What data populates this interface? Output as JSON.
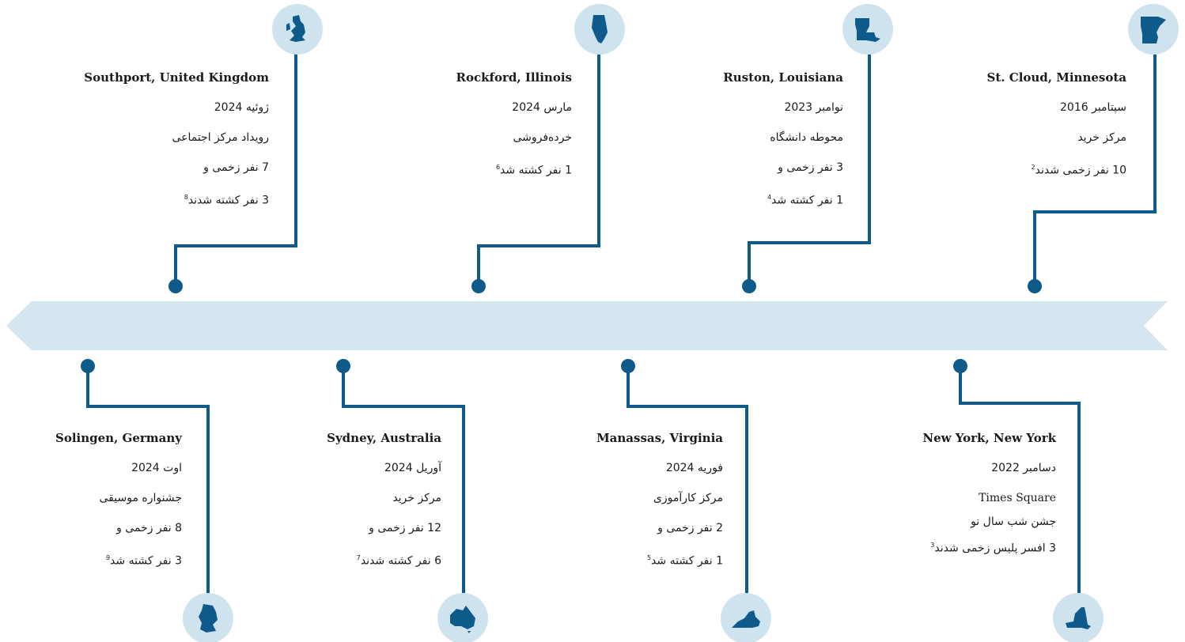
{
  "colors": {
    "accent": "#0e5a8a",
    "arrow": "#d5e6f1",
    "circle": "#cfe3ef"
  },
  "top": [
    {
      "location": "Southport, United Kingdom",
      "date": "ژوئیه 2024",
      "venue": "رویداد مرکز اجتماعی",
      "line1": "7 نفر زخمی و",
      "line2": "3 نفر کشته شدند",
      "ref": "8",
      "icon": "united-kingdom-map-icon"
    },
    {
      "location": "Rockford, Illinois",
      "date": "مارس 2024",
      "venue": "خرده‌فروشی",
      "line1": "1 نفر کشته شد",
      "ref": "6",
      "icon": "illinois-map-icon"
    },
    {
      "location": "Ruston, Louisiana",
      "date": "نوامبر 2023",
      "venue": "محوطه دانشگاه",
      "line1": "3 نفر زخمی و",
      "line2": "1 نفر کشته شد",
      "ref": "4",
      "icon": "louisiana-map-icon"
    },
    {
      "location": "St. Cloud, Minnesota",
      "date": "سپتامبر 2016",
      "venue": "مرکز خرید",
      "line1": "10 نفر زخمی شدند",
      "ref": "2",
      "icon": "minnesota-map-icon"
    }
  ],
  "bottom": [
    {
      "location": "Solingen, Germany",
      "date": "اوت 2024",
      "venue": "جشنواره موسیقی",
      "line1": "8 نفر زخمی و",
      "line2": "3 نفر کشته شد",
      "ref": "9",
      "icon": "germany-map-icon"
    },
    {
      "location": "Sydney, Australia",
      "date": "آوریل 2024",
      "venue": "مرکز خرید",
      "line1": "12 نفر زخمی و",
      "line2": "6 نفر کشته شدند",
      "ref": "7",
      "icon": "australia-map-icon"
    },
    {
      "location": "Manassas, Virginia",
      "date": "فوریه 2024",
      "venue": "مرکز کارآموزی",
      "line1": "2 نفر زخمی و",
      "line2": "1 نفر کشته شد",
      "ref": "5",
      "icon": "virginia-map-icon"
    },
    {
      "location": "New York, New York",
      "date": "دسامبر 2022",
      "venue": "Times Square",
      "venue2": "جشن شب سال نو",
      "line1": "3 افسر پلیس زخمی شدند",
      "ref": "3",
      "icon": "new-york-map-icon"
    }
  ]
}
